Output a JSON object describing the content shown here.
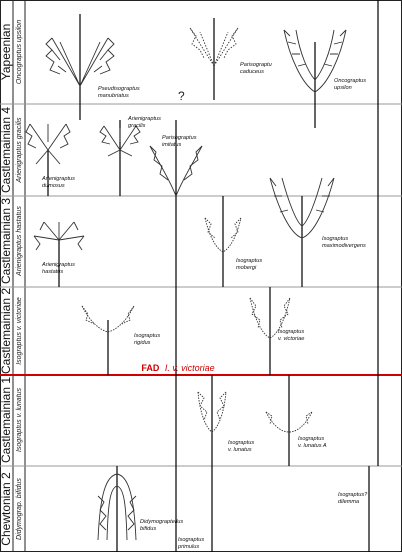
{
  "figure": {
    "rows": [
      {
        "id": "yapeenian",
        "stage": "Yapeenian",
        "zone": "Oncograptus  upsilon"
      },
      {
        "id": "castlemainian4",
        "stage": "Castlemainian 4",
        "zone": "Arienigraptus  gracilis"
      },
      {
        "id": "castlemainian3",
        "stage": "Castlemainian 3",
        "zone": "Arienigraptus  hastatus"
      },
      {
        "id": "castlemainian2",
        "stage": "Castlemainian 2",
        "zone": "Isograptus  v.  victoriae"
      },
      {
        "id": "castlemainian1",
        "stage": "Castlemainian 1",
        "zone": "Isograptus  v.  lunatus"
      },
      {
        "id": "chewtonian2",
        "stage": "Chewtonian 2",
        "zone": "Didymograp.  bifidus"
      }
    ],
    "fad_label": {
      "prefix": "FAD",
      "taxon": "I.  v.  victoriae"
    },
    "question_mark": "?",
    "taxa": [
      {
        "id": "pseudisograptus",
        "lines": [
          "Pseudisograptus",
          "manubriatus"
        ]
      },
      {
        "id": "parisograptus-caduceus",
        "lines": [
          "Parisograptu",
          "caduceus"
        ]
      },
      {
        "id": "oncograptus",
        "lines": [
          "Oncograptus",
          "upsilon"
        ]
      },
      {
        "id": "arienigraptus-gracilis",
        "lines": [
          "Arienigraptus",
          "gracilis"
        ]
      },
      {
        "id": "parisograptus-imitatus",
        "lines": [
          "Parisograptus",
          "imitatus"
        ]
      },
      {
        "id": "arienigraptus-dumosus",
        "lines": [
          "Arienigraptus",
          "dumosus"
        ]
      },
      {
        "id": "arienigraptus-hastatus",
        "lines": [
          "Arienigraptus",
          "hastatus"
        ]
      },
      {
        "id": "isograptus-mobergi",
        "lines": [
          "Isograptus",
          "mobergi"
        ]
      },
      {
        "id": "isograptus-maximodivergens",
        "lines": [
          "Isograptus",
          "maximodivergens"
        ]
      },
      {
        "id": "isograptus-rigidus",
        "lines": [
          "Isograptus",
          "rigidus"
        ]
      },
      {
        "id": "isograptus-v-victoriae",
        "lines": [
          "Isograptus",
          "v.  victoriae"
        ]
      },
      {
        "id": "isograptus-v-lunatus",
        "lines": [
          "Isograptus",
          "v.  lunatus"
        ]
      },
      {
        "id": "isograptus-v-lunatus-a",
        "lines": [
          "Isograptus",
          "v.  lunatus  A"
        ]
      },
      {
        "id": "isograptus-dilemma",
        "lines": [
          "Isograptus?",
          "dilemma"
        ]
      },
      {
        "id": "didymograptellus",
        "lines": [
          "Didymograptellus",
          "bifidus"
        ]
      },
      {
        "id": "isograptus-primulus",
        "lines": [
          "Isograptus",
          "primulus"
        ]
      }
    ]
  }
}
